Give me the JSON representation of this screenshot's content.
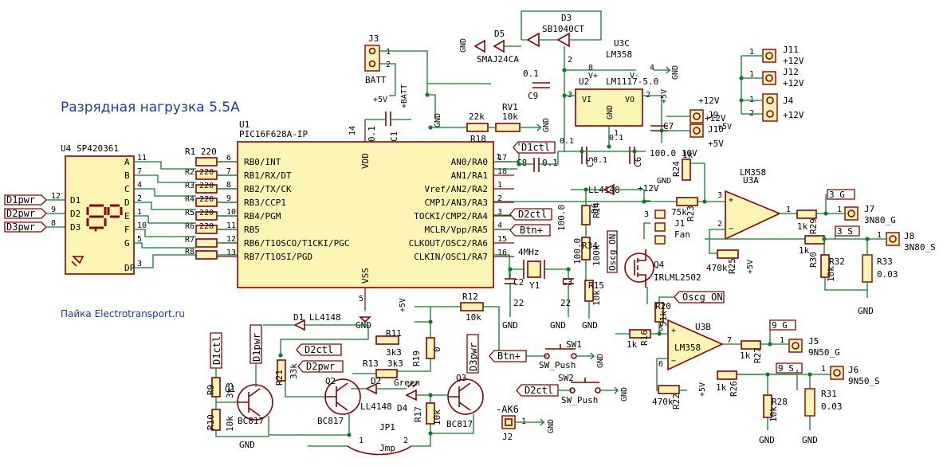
{
  "title": "Разрядная нагрузка 5.5A",
  "credit": "Пайка Electrotransport.ru",
  "u1": {
    "ref": "U1",
    "part": "PIC16F628A-IP",
    "left_pins": [
      {
        "name": "RB0/INT",
        "num": "6"
      },
      {
        "name": "RB1/RX/DT",
        "num": "7"
      },
      {
        "name": "RB2/TX/CK",
        "num": "8"
      },
      {
        "name": "RB3/CCP1",
        "num": "9"
      },
      {
        "name": "RB4/PGM",
        "num": "10"
      },
      {
        "name": "RB5",
        "num": "11"
      },
      {
        "name": "RB6/T1OSCO/T1CKI/PGC",
        "num": "12"
      },
      {
        "name": "RB7/T1OSI/PGD",
        "num": "13"
      }
    ],
    "right_pins": [
      {
        "name": "AN0/RA0",
        "num": "17"
      },
      {
        "name": "AN1/RA1",
        "num": "18"
      },
      {
        "name": "Vref/AN2/RA2",
        "num": "1"
      },
      {
        "name": "CMP1/AN3/RA3",
        "num": "2"
      },
      {
        "name": "TOCKI/CMP2/RA4",
        "num": "3"
      },
      {
        "name": "MCLR/Vpp/RA5",
        "num": "4"
      },
      {
        "name": "CLKOUT/OSC2/RA6",
        "num": "15"
      },
      {
        "name": "CLKIN/OSC1/RA7",
        "num": "16"
      }
    ],
    "vdd": "VDD",
    "vdd_pin": "14",
    "vss": "VSS",
    "vss_pin": "5"
  },
  "u4": {
    "ref": "U4",
    "part": "SP420361",
    "segments": [
      "A",
      "B",
      "C",
      "D",
      "E",
      "F",
      "G",
      "DP"
    ],
    "seg_pins": [
      "11",
      "7",
      "4",
      "2",
      "1",
      "10",
      "5",
      "3"
    ],
    "digits": [
      "D1",
      "D2",
      "D3"
    ],
    "digit_pins": [
      "12",
      "9",
      "8"
    ]
  },
  "net_labels": {
    "d1pwr": "D1pwr",
    "d2pwr": "D2pwr",
    "d3pwr": "D3pwr",
    "d1ctl": "D1ctl",
    "d2ctl": "D2ctl",
    "btn": "Btn+",
    "oscg": "Oscg_ON",
    "g3": "3_G",
    "s3": "3_S",
    "g9": "9_G",
    "s9": "9_S",
    "ak6": "-AK6"
  },
  "resistors": {
    "r1": "R1 220",
    "r2": "R2 220",
    "r3": "R3 220",
    "r4": "R4 220",
    "r5": "R5 220",
    "r6": "R6 220",
    "r7": "R7",
    "r8": "R8",
    "r9": "R9",
    "r9v": "3k3",
    "r10": "R10",
    "r10v": "10k",
    "r11": "R11",
    "r11v": "3k3",
    "r12": "R12",
    "r12v": "10k",
    "r13": "R13",
    "r13v": "3k3",
    "r14": "R14",
    "r15": "R15",
    "r15v": "10k",
    "r16": "R16",
    "r16v": "1k",
    "r17": "R17",
    "r17v": "10k",
    "r18": "R18",
    "r18v": "22k",
    "r19": "R19",
    "r19v": "0",
    "r20": "R20",
    "r20v": "51k",
    "r21": "R21",
    "r21v": "33k",
    "r22": "R22",
    "r22v": "470k",
    "r23": "R23",
    "r23v": "75k",
    "r24": "R24",
    "r24v": "1k",
    "r25": "R25",
    "r25v": "470k",
    "r26": "R26",
    "r26v": "1k",
    "r27": "R27",
    "r27v": "1k",
    "r28": "R28",
    "r28v": "10k",
    "r29": "R29",
    "r29v": "1k",
    "r30": "R30",
    "r30v": "1k",
    "r31": "R31",
    "r31v": "0.03",
    "r32": "R32",
    "r32v": "10k",
    "r33": "R33",
    "r33v": "0.03",
    "r34": "R34",
    "r34v": "100k",
    "rv1": "RV1",
    "rv1v": "10k",
    "r220": "220",
    "r100": "100.0"
  },
  "caps": {
    "c1": "C1",
    "c1v": "0.1",
    "c2": "C2",
    "c2v": "22",
    "c3": "C3",
    "c3v": "22",
    "c5": "C5",
    "c5v": "0.1",
    "c6": "C6",
    "c6v": "0.1",
    "c7": "C7",
    "c7v": "100.0 10V",
    "c8": "C8",
    "c8v": "0.1",
    "c9": "C9",
    "c9v": "0.1",
    "cv": "0.1"
  },
  "semis": {
    "d1": "D1 LL4148",
    "d2": "D2",
    "d2v": "LL4148",
    "d3": "D3",
    "d3v": "SB1040CT",
    "d4": "D4",
    "d4v": "Green",
    "d5": "D5",
    "d5v": "SMAJ24CA",
    "d6": "D6",
    "d6v": "LL4148",
    "q1": "Q1",
    "q2": "Q2",
    "q3": "Q3",
    "qv": "BC817",
    "q4": "Q4",
    "q4v": "IRLML2502",
    "u2": "U2",
    "u2v": "LM1117-5.0",
    "u2vi": "VI",
    "u2vo": "VO",
    "u2gnd": "GND",
    "u3a": "U3A",
    "u3b": "U3B",
    "u3c": "U3C",
    "u3v": "LM358",
    "y1": "Y1",
    "y1v": "4MHz"
  },
  "conn": {
    "j1": "J1",
    "j1v": "Fan",
    "j2": "J2",
    "j3": "J3",
    "j3v": "BATT",
    "battplus": "+BATT",
    "j4": "J4",
    "j5": "J5",
    "j5v": "9N50_G",
    "j6": "J6",
    "j6v": "9N50_S",
    "j7": "J7",
    "j7v": "3N80_G",
    "j8": "J8",
    "j8v": "3N80_S",
    "j9": "J9",
    "j10": "J10",
    "j11": "J11",
    "j12": "J12",
    "jp1": "JP1",
    "jp1v": "Jmp",
    "sw1": "SW1",
    "sw2": "SW2",
    "swv": "SW_Push"
  },
  "power": {
    "gnd": "GND",
    "p5": "+5V",
    "p12": "+12V",
    "v5": "5V",
    "vplus": "V+",
    "vminus": "V-"
  },
  "pins": {
    "p1": "1",
    "p2": "2",
    "p3": "3",
    "p4": "4",
    "p5": "5",
    "p6": "6",
    "p7": "7",
    "p8": "8"
  }
}
